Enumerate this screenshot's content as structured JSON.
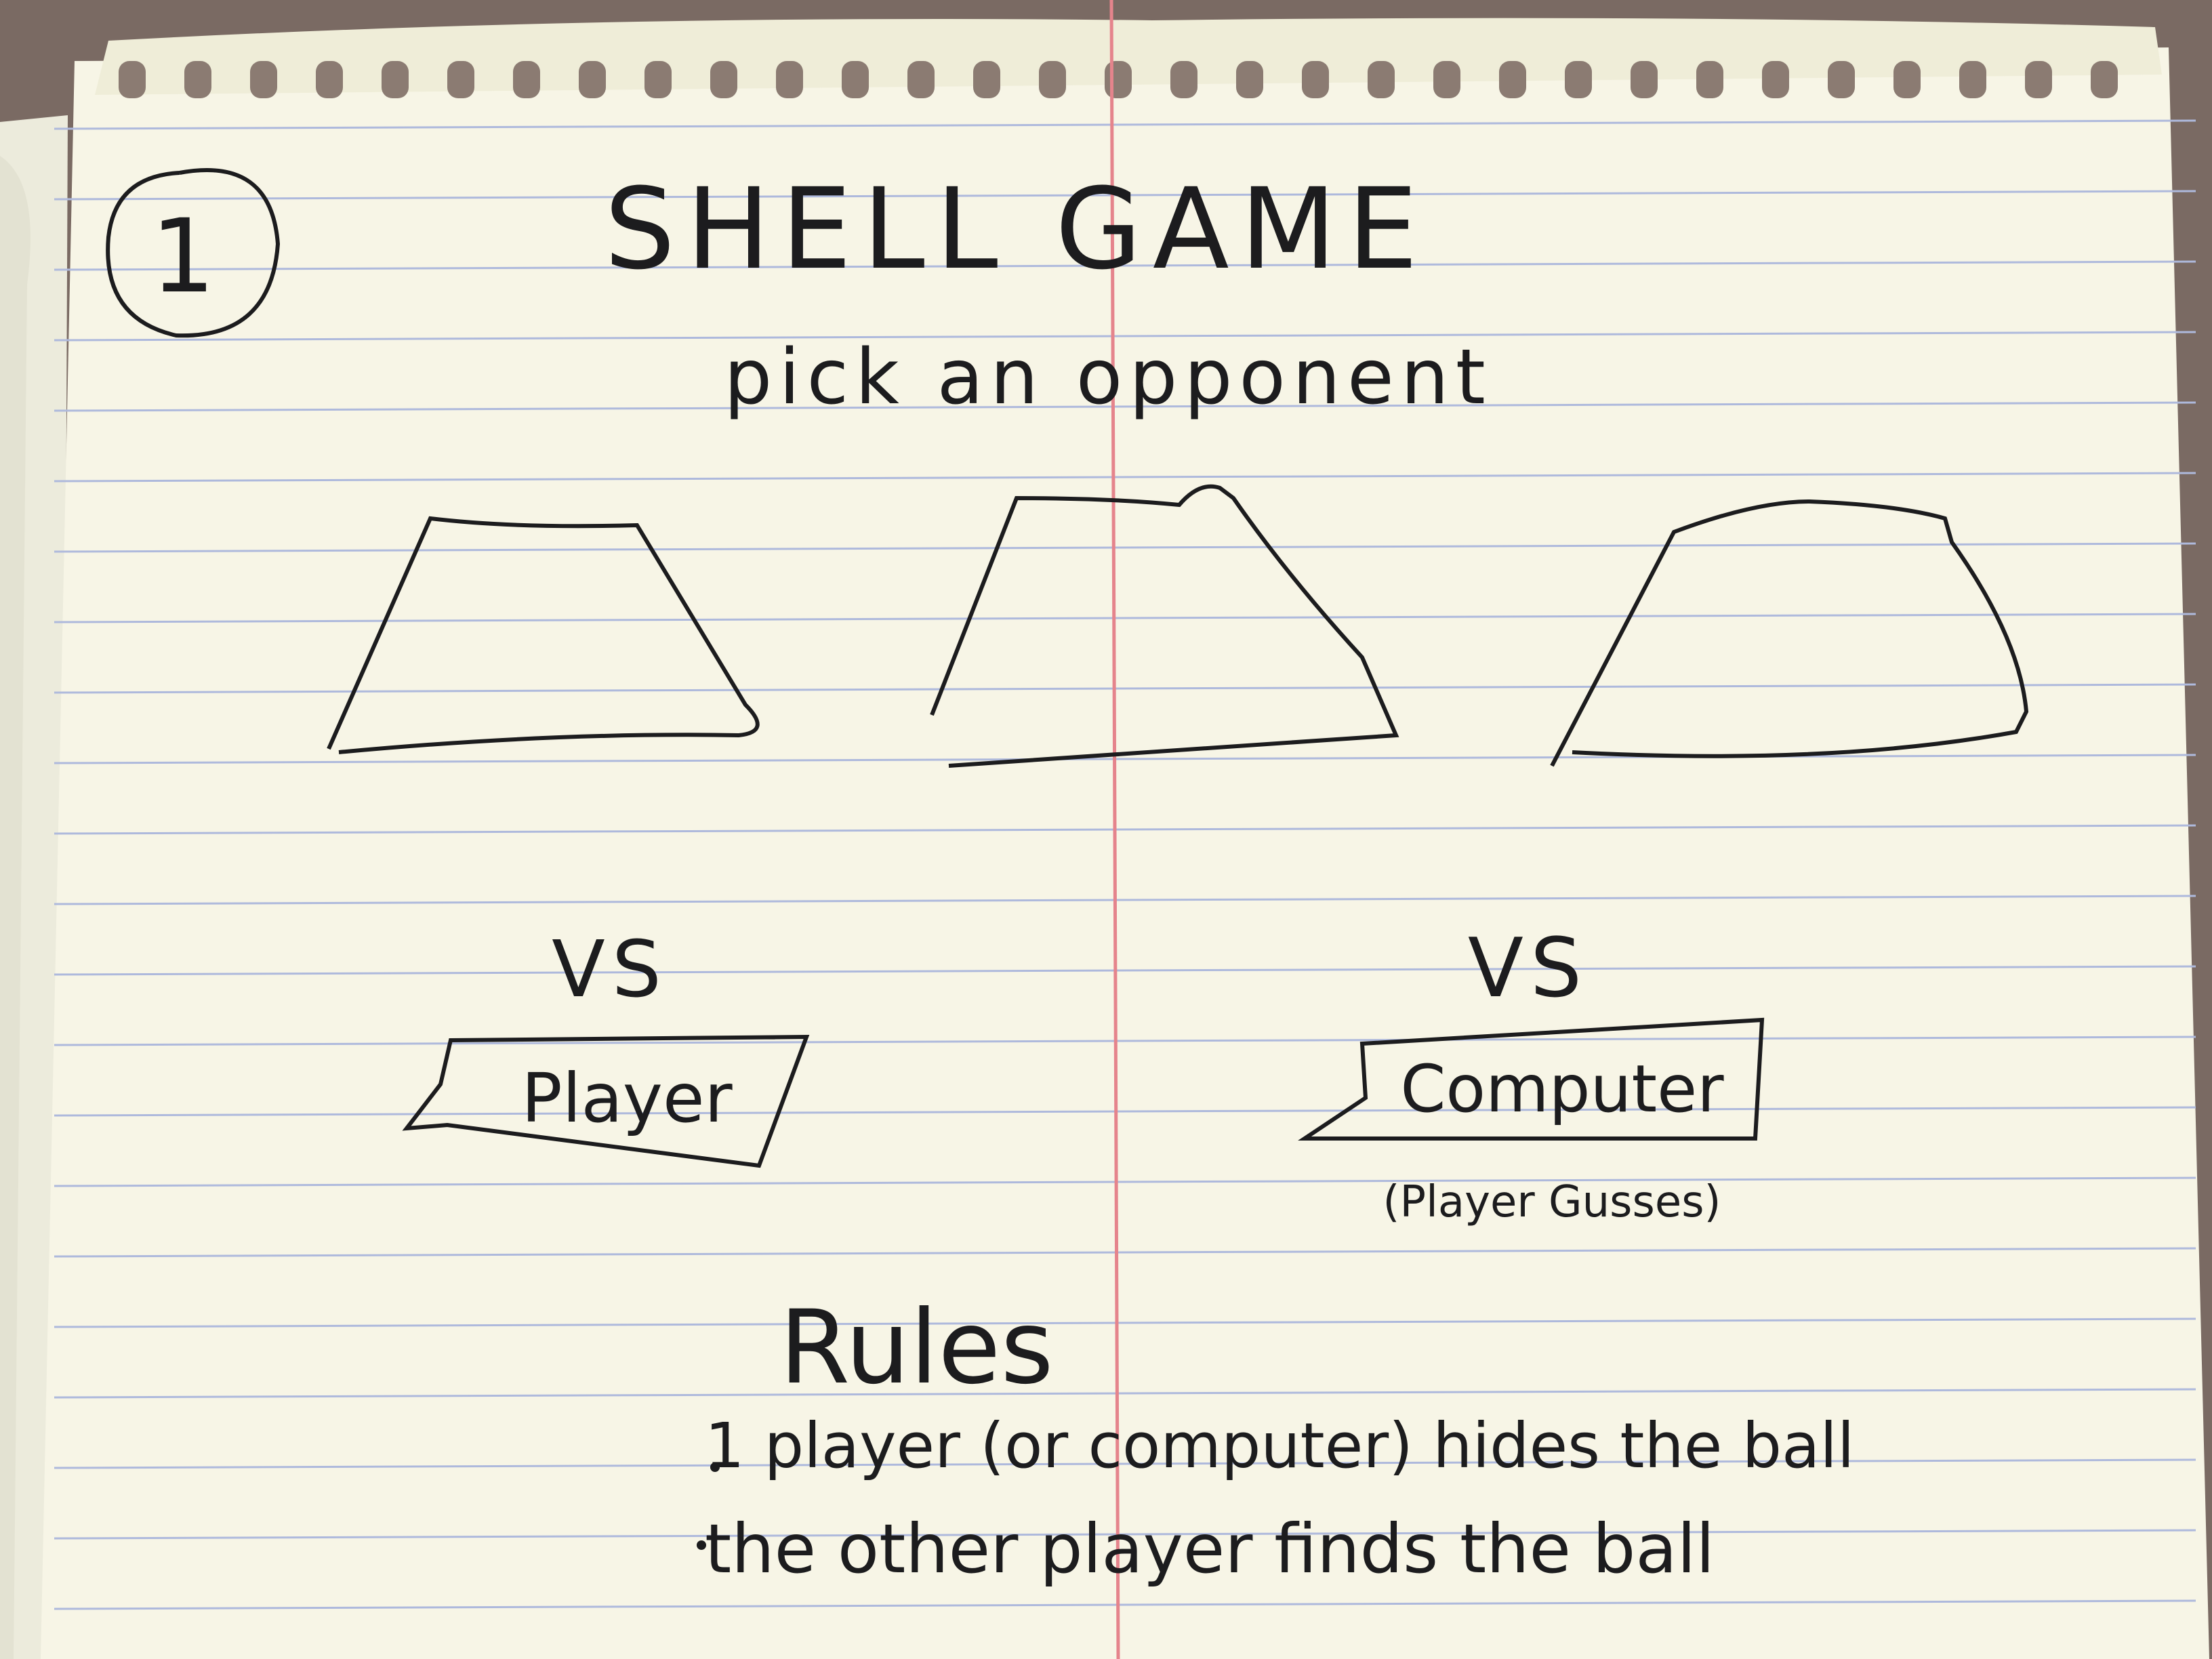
{
  "page": {
    "number": "1",
    "title": "SHELL GAME",
    "subtitle": "pick an opponent"
  },
  "shells": [
    {
      "name": "shell-left"
    },
    {
      "name": "shell-middle"
    },
    {
      "name": "shell-right"
    }
  ],
  "opponents": {
    "player": {
      "vs": "VS",
      "label": "Player"
    },
    "computer": {
      "vs": "VS",
      "label": "Computer",
      "note": "(Player Gusses)"
    }
  },
  "rules": {
    "heading": "Rules",
    "items": [
      "1 player (or computer) hides the ball",
      "the other player finds the ball"
    ]
  },
  "colors": {
    "paper": "#f7f5e6",
    "rule_line": "#aeb9dc",
    "margin_line": "#e5848c",
    "ink": "#1c1c1e",
    "desk": "#7a6a63"
  }
}
